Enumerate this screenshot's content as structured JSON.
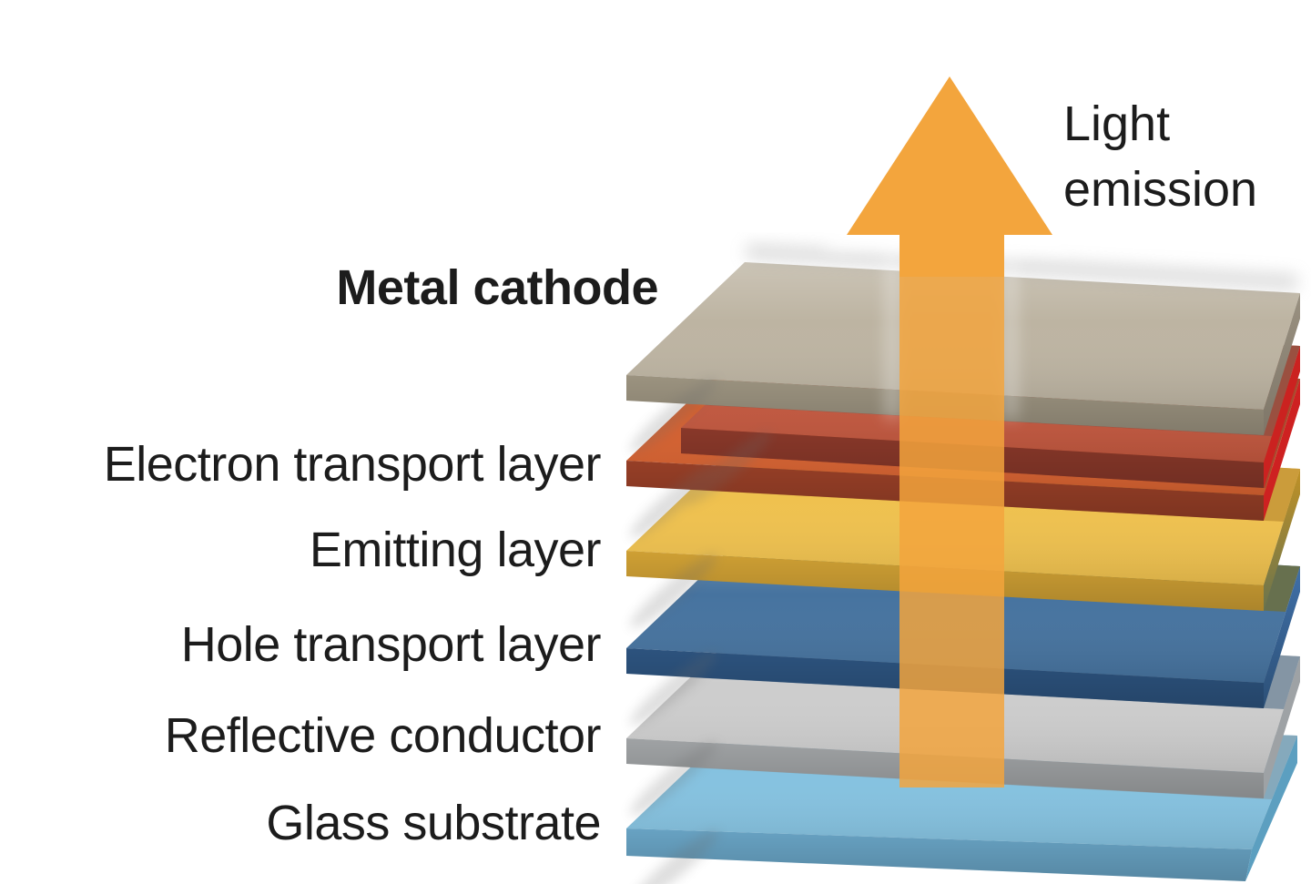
{
  "diagram": {
    "type": "oled-layer-stack",
    "arrow_label": {
      "line1": "Light",
      "line2": "emission"
    },
    "labels": {
      "metal_cathode": "Metal cathode",
      "electron_transport": "Electron transport layer",
      "emitting": "Emitting layer",
      "hole_transport": "Hole transport layer",
      "reflective_conductor": "Reflective conductor",
      "glass_substrate": "Glass substrate"
    }
  },
  "colors": {
    "text": "#1C1C1C",
    "arrow": "#F3A53D",
    "slabs": {
      "taupe": {
        "top": "#BDB4A2",
        "front": "#A29985",
        "side_top": "#9A9181",
        "side_bottom": "#7E7668"
      },
      "red": {
        "top": "#C2573E",
        "front": "#8E3A2B",
        "side": "#CB2220",
        "tint_under_cathode": "#9A5040"
      },
      "orange": {
        "top": "#D4602F",
        "front": "#9C4128",
        "side": "#CE2121",
        "tint_under_red": "#A84A2E"
      },
      "yellow": {
        "top": "#EFC14E",
        "front": "#D7A636",
        "side_top": "#C09126",
        "side_bottom": "#6A744E",
        "tint_under_orange": "#CB9C3B"
      },
      "blue": {
        "top": "#46739F",
        "front": "#2E5683",
        "side_top": "#4070A8",
        "side_bottom": "#2C5077",
        "tint_under_emitting": "#67704E"
      },
      "silver": {
        "top": "#CDCDCD",
        "front": "#A6A9AB",
        "side": "#9EA2A5",
        "tint_under_blue": "#8495A4"
      },
      "glass": {
        "top": "#85C2E0",
        "front": "#6CA9CB",
        "side": "#5C9FC0",
        "tint_under_silver": "#85A9BC"
      }
    }
  }
}
